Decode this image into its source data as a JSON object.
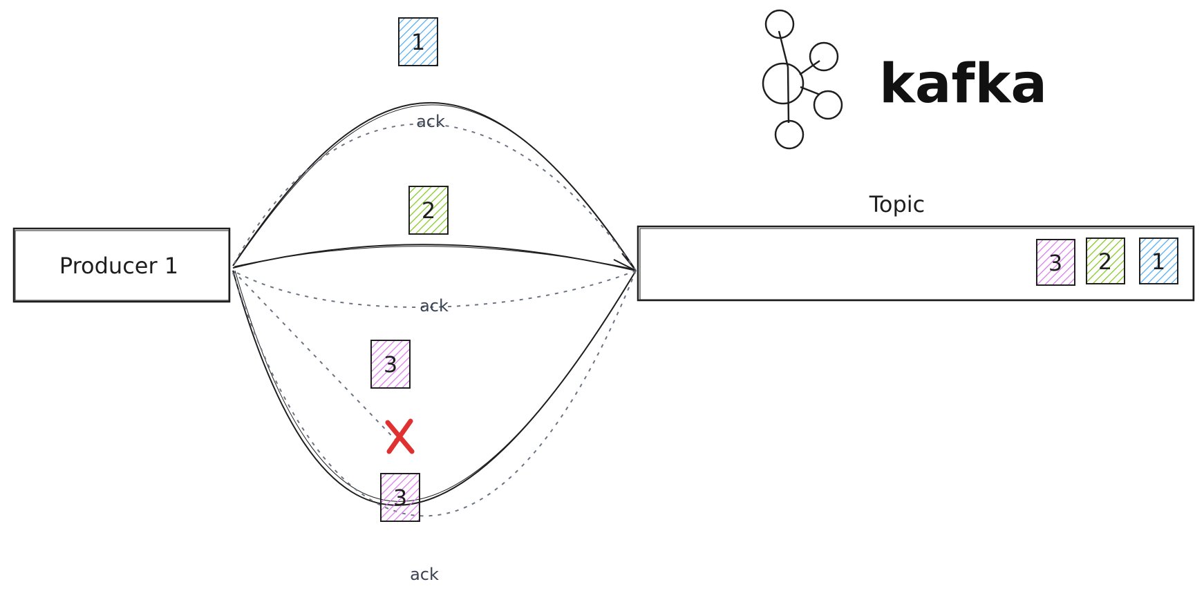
{
  "producer": {
    "label": "Producer 1"
  },
  "topic": {
    "title": "Topic",
    "messages": [
      "3",
      "2",
      "1"
    ]
  },
  "logo": {
    "text": "kafka"
  },
  "messages": [
    {
      "id": "1",
      "color": "#4dabf7"
    },
    {
      "id": "2",
      "color": "#82c91e"
    },
    {
      "id": "3",
      "color": "#da77f2"
    },
    {
      "id": "3",
      "color": "#da77f2"
    }
  ],
  "acks": [
    "ack",
    "ack",
    "ack"
  ],
  "failure": {
    "icon": "cross-icon",
    "color": "#e03131"
  },
  "colors": {
    "stroke": "#1e1e1e",
    "ack_stroke": "#6b7280",
    "msg1": "#4dabf7",
    "msg2": "#82c91e",
    "msg3": "#da77f2"
  }
}
